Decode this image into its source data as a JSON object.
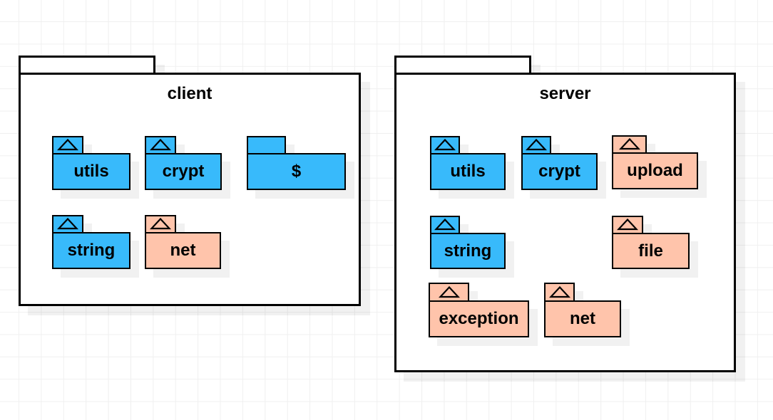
{
  "colors": {
    "blue": "#38BAFB",
    "peach": "#FFC4AB",
    "grid": "#F0F0F0",
    "stroke": "#000000",
    "package_fill": "#FFFFFF"
  },
  "packages": [
    {
      "title": "client",
      "folders": [
        {
          "label": "utils",
          "color": "blue",
          "icon": "generalization-triangle-icon"
        },
        {
          "label": "crypt",
          "color": "blue",
          "icon": "generalization-triangle-icon"
        },
        {
          "label": "$",
          "color": "blue",
          "icon": "none"
        },
        {
          "label": "string",
          "color": "blue",
          "icon": "generalization-triangle-icon"
        },
        {
          "label": "net",
          "color": "peach",
          "icon": "generalization-triangle-icon"
        }
      ]
    },
    {
      "title": "server",
      "folders": [
        {
          "label": "utils",
          "color": "blue",
          "icon": "generalization-triangle-icon"
        },
        {
          "label": "crypt",
          "color": "blue",
          "icon": "generalization-triangle-icon"
        },
        {
          "label": "upload",
          "color": "peach",
          "icon": "generalization-triangle-icon"
        },
        {
          "label": "string",
          "color": "blue",
          "icon": "generalization-triangle-icon"
        },
        {
          "label": "file",
          "color": "peach",
          "icon": "generalization-triangle-icon"
        },
        {
          "label": "exception",
          "color": "peach",
          "icon": "generalization-triangle-icon"
        },
        {
          "label": "net",
          "color": "peach",
          "icon": "generalization-triangle-icon"
        }
      ]
    }
  ]
}
